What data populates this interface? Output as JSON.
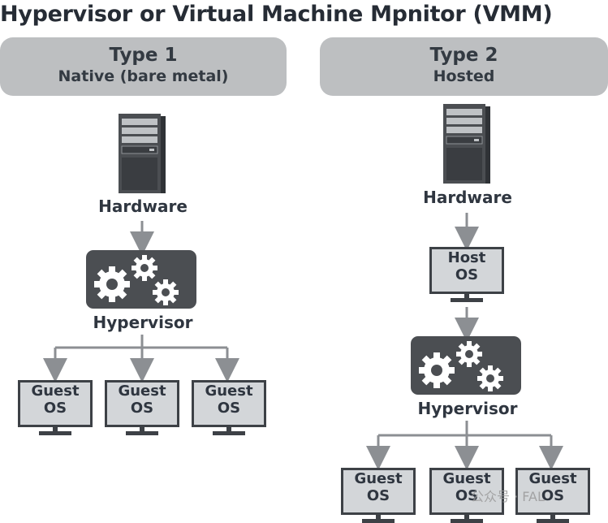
{
  "title": "Hypervisor or Virtual Machine Mpnitor (VMM)",
  "type1": {
    "heading": "Type 1",
    "subheading": "Native (bare metal)",
    "hardware_label": "Hardware",
    "hypervisor_label": "Hypervisor",
    "guests": [
      {
        "line1": "Guest",
        "line2": "OS"
      },
      {
        "line1": "Guest",
        "line2": "OS"
      },
      {
        "line1": "Guest",
        "line2": "OS"
      }
    ]
  },
  "type2": {
    "heading": "Type 2",
    "subheading": "Hosted",
    "hardware_label": "Hardware",
    "host_os": {
      "line1": "Host",
      "line2": "OS"
    },
    "hypervisor_label": "Hypervisor",
    "guests": [
      {
        "line1": "Guest",
        "line2": "OS"
      },
      {
        "line1": "Guest",
        "line2": "OS"
      },
      {
        "line1": "Guest",
        "line2": "OS"
      }
    ]
  },
  "watermark": "公众号 · FAL",
  "colors": {
    "pill": "#bdbfc1",
    "dark": "#4b4e52",
    "arrow": "#8c8f93",
    "screen": "#d3d6d9"
  }
}
